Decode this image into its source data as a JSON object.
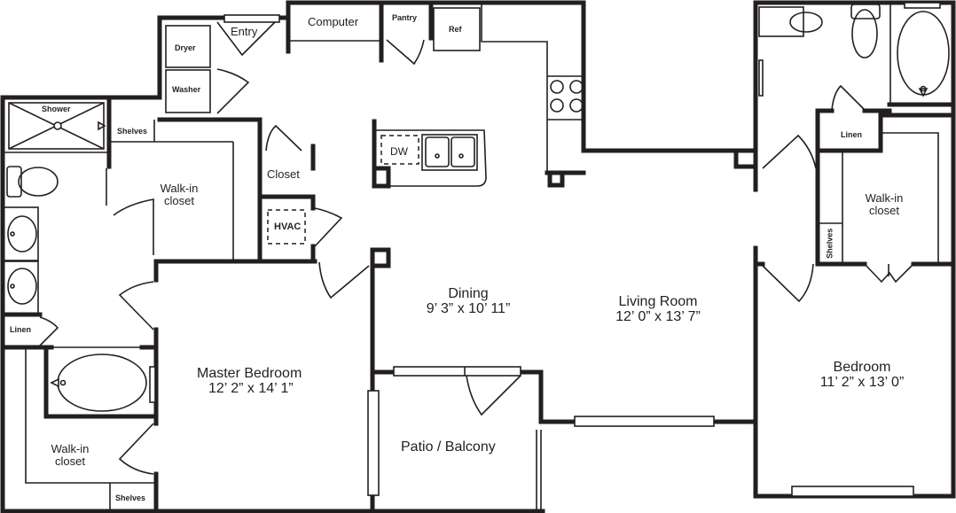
{
  "plan": {
    "colors": {
      "wall": "#231f20",
      "background": "#ffffff"
    }
  },
  "rooms": {
    "entry": {
      "name": "Entry"
    },
    "computer": {
      "name": "Computer"
    },
    "pantry": {
      "name": "Pantry"
    },
    "ref": {
      "name": "Ref"
    },
    "dryer": {
      "name": "Dryer"
    },
    "washer": {
      "name": "Washer"
    },
    "dw": {
      "name": "DW"
    },
    "closet": {
      "name": "Closet"
    },
    "hvac": {
      "name": "HVAC"
    },
    "shower": {
      "name": "Shower"
    },
    "shelves_master_top": {
      "name": "Shelves"
    },
    "walkin_master_top": {
      "name": "Walk-in",
      "name2": "closet"
    },
    "linen_master": {
      "name": "Linen"
    },
    "walkin_master_bottom": {
      "name": "Walk-in",
      "name2": "closet"
    },
    "shelves_master_bottom": {
      "name": "Shelves"
    },
    "master_bedroom": {
      "name": "Master Bedroom",
      "dims": "12’ 2” x 14’ 1”"
    },
    "dining": {
      "name": "Dining",
      "dims": "9’ 3” x 10’ 11”"
    },
    "living_room": {
      "name": "Living Room",
      "dims": "12’ 0” x 13’ 7”"
    },
    "patio": {
      "name": "Patio / Balcony"
    },
    "linen_bedroom": {
      "name": "Linen"
    },
    "walkin_bedroom": {
      "name": "Walk-in",
      "name2": "closet"
    },
    "shelves_bedroom": {
      "name": "Shelves"
    },
    "bedroom": {
      "name": "Bedroom",
      "dims": "11’ 2” x 13’ 0”"
    }
  }
}
